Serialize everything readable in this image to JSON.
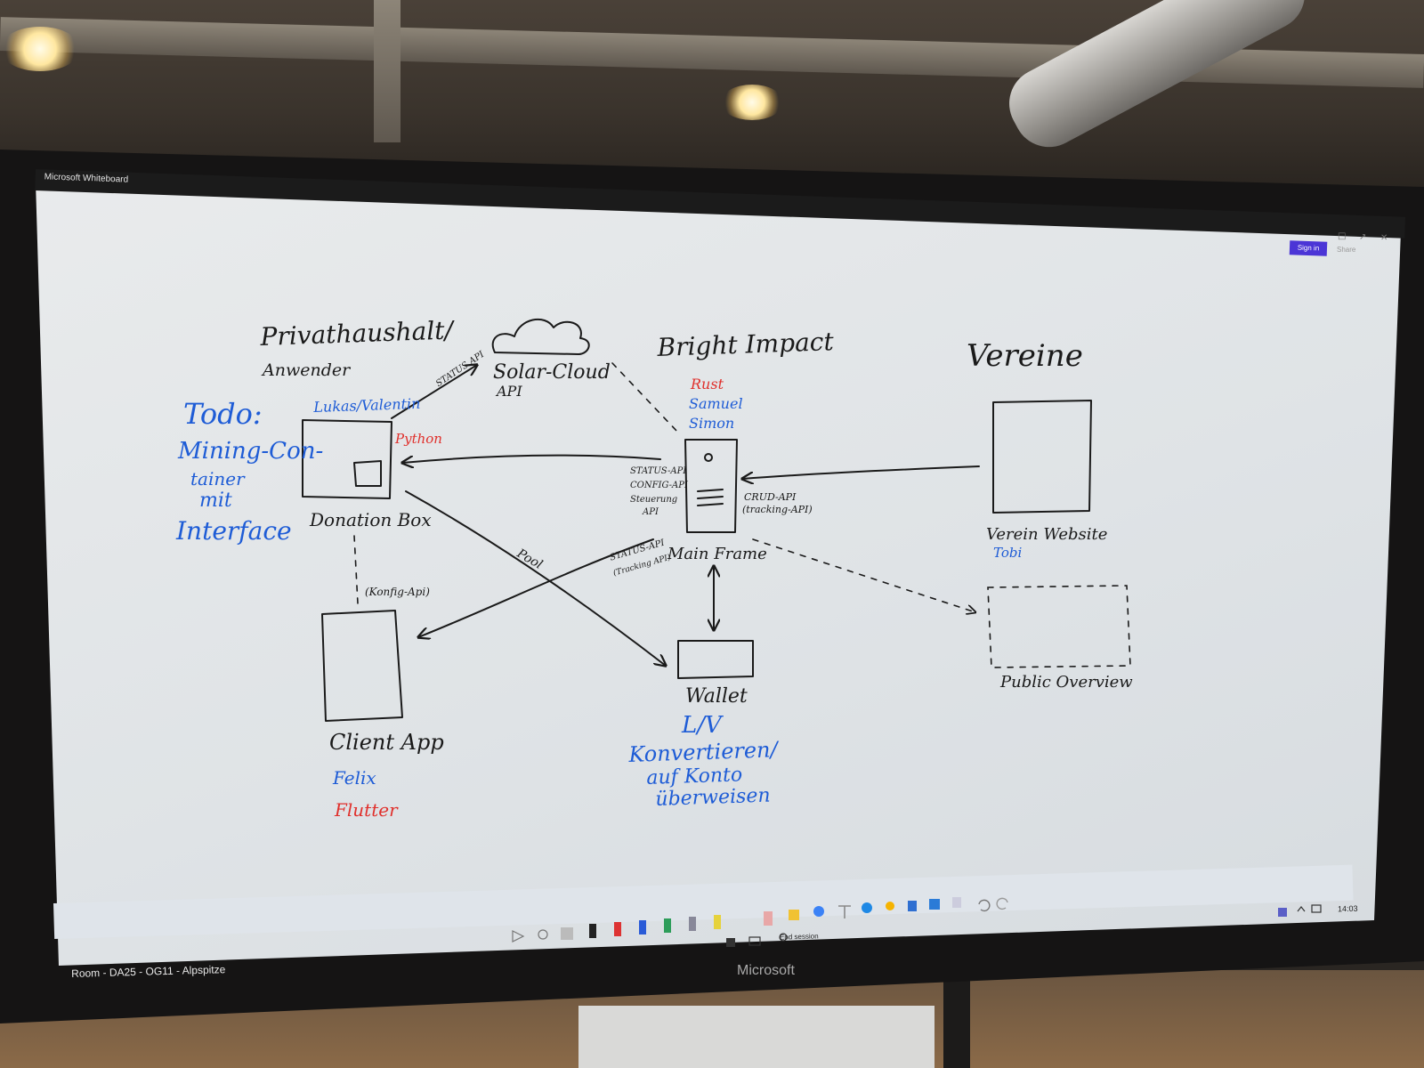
{
  "window": {
    "title": "Microsoft Whiteboard"
  },
  "toolbar": {
    "signin_label": "Sign in",
    "share_label": "Share"
  },
  "taskbar": {
    "end_session_label": "End session",
    "clock": "14:03"
  },
  "room": {
    "label": "Room - DA25 - OG11 - Alpspitze"
  },
  "monitor": {
    "brand": "Microsoft"
  },
  "whiteboard": {
    "private_title_line1": "Privathaushalt/",
    "private_title_line2": "Anwender",
    "cloud_label": "Solar-Cloud",
    "cloud_api": "API",
    "cloud_arrow_label": "STATUS API",
    "bright_impact_title": "Bright Impact",
    "bi_names": [
      "Rust",
      "Samuel",
      "Simon"
    ],
    "vereine_title": "Vereine",
    "todo_lines": [
      "Todo:",
      "Mining-Con-",
      "tainer",
      "mit",
      "Interface"
    ],
    "donation_box_owner": "Lukas/Valentin",
    "donation_box_tech": "Python",
    "donation_box_label": "Donation Box",
    "mainframe_apis": [
      "STATUS-API",
      "CONFIG-API",
      "Steuerung",
      "API"
    ],
    "crud_api_line1": "CRUD-API",
    "crud_api_line2": "(tracking-API)",
    "mainframe_label": "Main Frame",
    "mainframe_client_api_line1": "STATUS-API",
    "mainframe_client_api_line2": "(Tracking API)",
    "pool_label": "Pool",
    "config_api_label": "(Konfig-Api)",
    "client_app_label": "Client App",
    "client_app_owner": "Felix",
    "client_app_tech": "Flutter",
    "wallet_label": "Wallet",
    "wallet_owner": "L/V",
    "wallet_notes": [
      "Konvertieren/",
      "auf Konto",
      "überweisen"
    ],
    "verein_website_label": "Verein Website",
    "verein_website_owner": "Tobi",
    "public_overview_label": "Public Overview"
  },
  "colors": {
    "ink_black": "#1a1a1a",
    "ink_blue": "#1e5cd6",
    "ink_red": "#e0302c",
    "signin": "#4b35d6"
  }
}
